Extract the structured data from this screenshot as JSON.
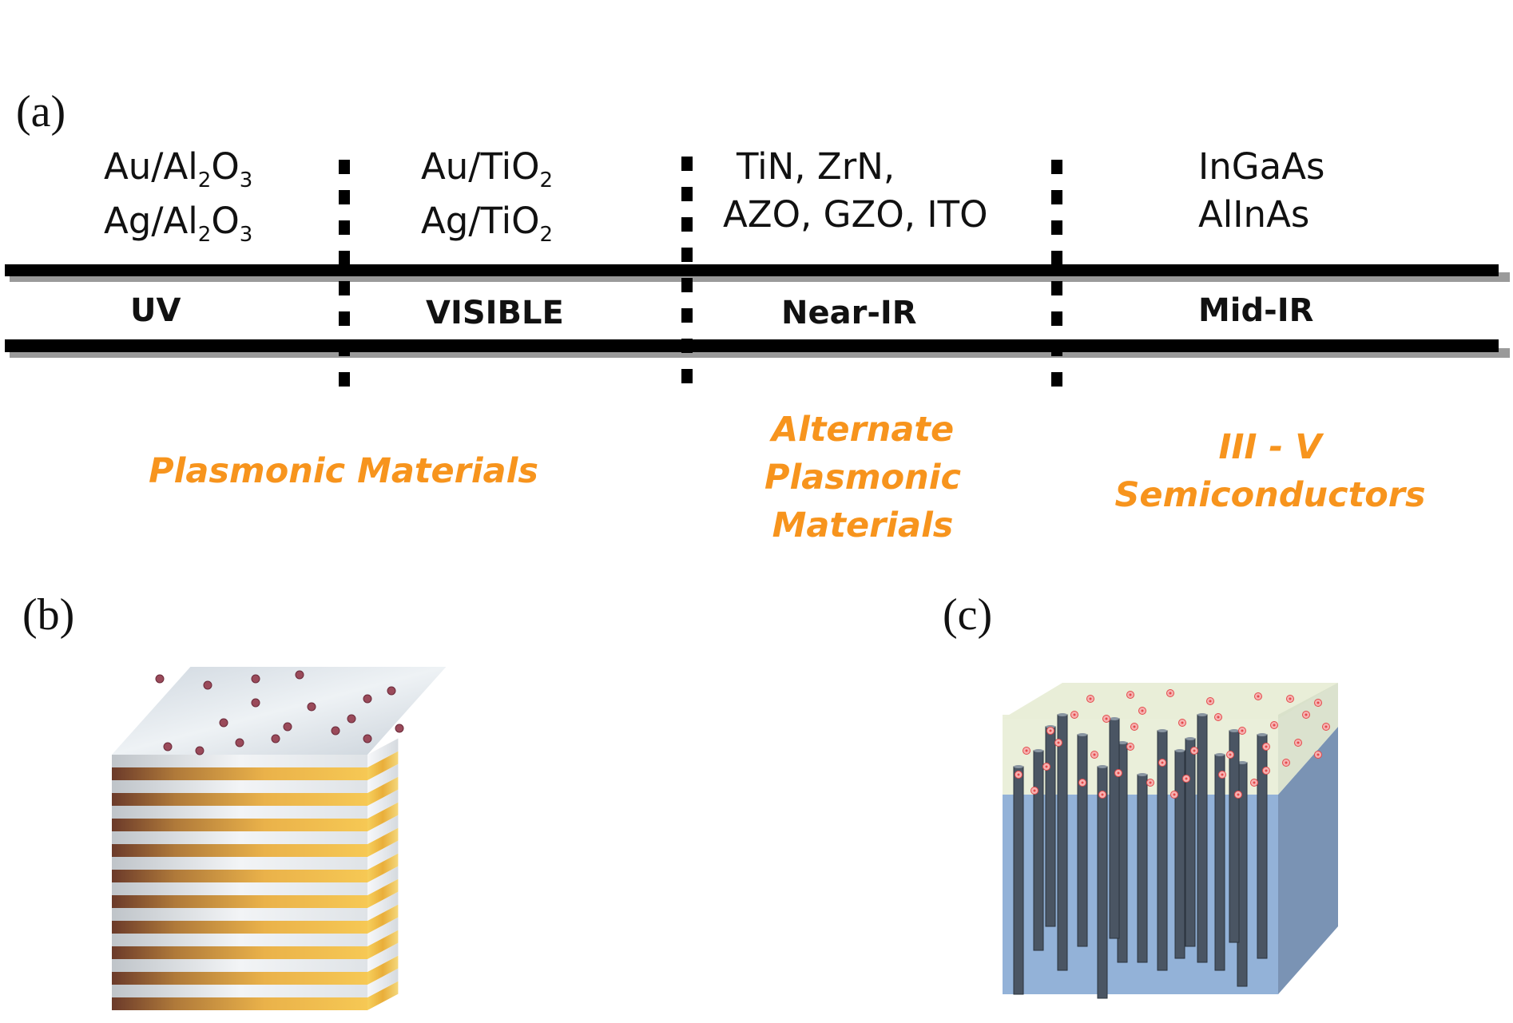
{
  "panels": {
    "a": "(a)",
    "b": "(b)",
    "c": "(c)"
  },
  "materials": {
    "uv": [
      {
        "base": "Au/Al",
        "sub1": "2",
        "mid": "O",
        "sub2": "3"
      },
      {
        "base": "Ag/Al",
        "sub1": "2",
        "mid": "O",
        "sub2": "3"
      }
    ],
    "visible": [
      {
        "base": "Au/TiO",
        "sub1": "2"
      },
      {
        "base": "Ag/TiO",
        "sub1": "2"
      }
    ],
    "near_ir": [
      "TiN, ZrN,",
      "AZO, GZO, ITO"
    ],
    "mid_ir": [
      "InGaAs",
      "AlInAs"
    ]
  },
  "bands": {
    "uv": "UV",
    "visible": "VISIBLE",
    "near_ir": "Near-IR",
    "mid_ir": "Mid-IR"
  },
  "categories": {
    "plasmonic": "Plasmonic Materials",
    "alternate": [
      "Alternate",
      "Plasmonic",
      "Materials"
    ],
    "semiconductors": [
      "III - V",
      "Semiconductors"
    ]
  },
  "colors": {
    "category_text": "#f7941d",
    "gold_layer": "#f2b63c",
    "silver_layer": "#d9dde2",
    "matrix_top": "#e6ecd4",
    "matrix_front": "#93b2d8",
    "matrix_side": "#7a93b4",
    "nanowire": "#4a5563",
    "particle": "#9a4a5a",
    "particle_red": "#e44a4a"
  }
}
